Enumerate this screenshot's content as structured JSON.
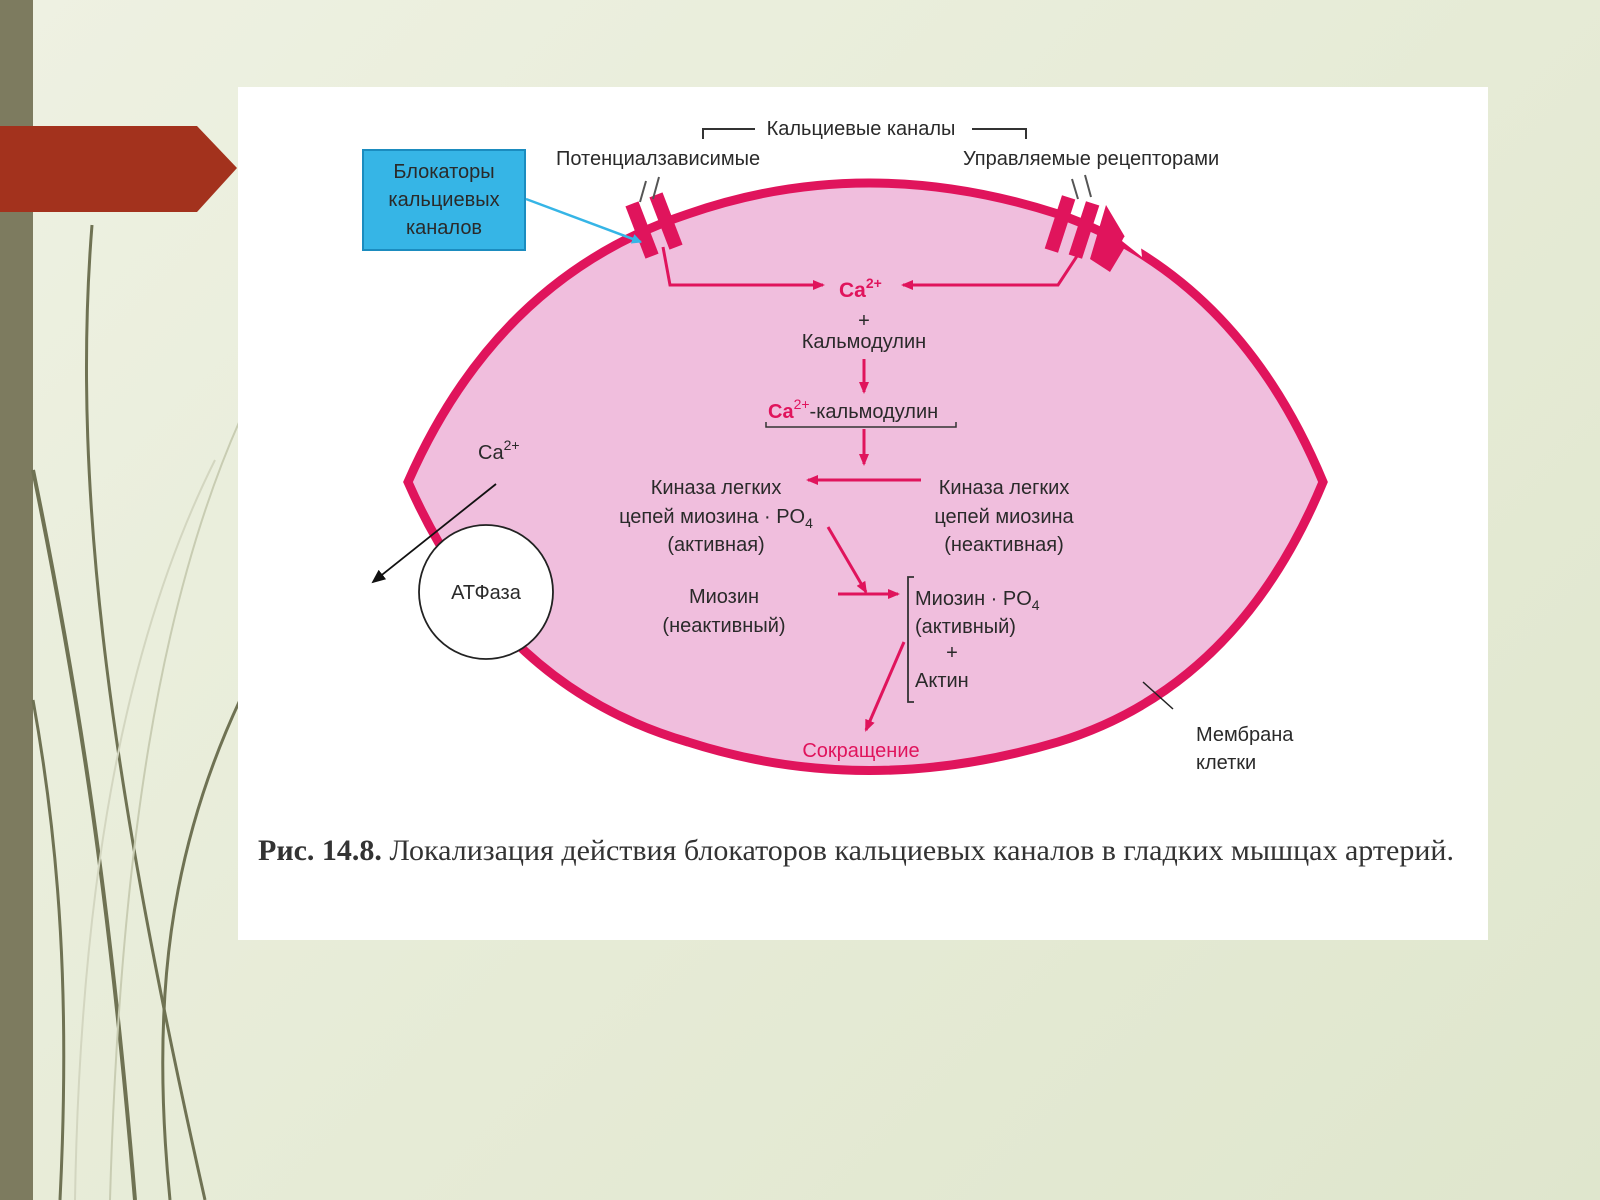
{
  "slide": {
    "caption_number": "Рис. 14.8.",
    "caption_text": "Локализация действия блокаторов кальциевых каналов в гладких мышцах артерий."
  },
  "diagram": {
    "group_label": "Кальциевые каналы",
    "channel_voltage": "Потенциалзависимые",
    "channel_receptor": "Управляемые рецепторами",
    "blockers_box": [
      "Блокаторы",
      "кальциевых",
      "каналов"
    ],
    "ca_ion": "Ca",
    "ca_charge": "2+",
    "plus": "+",
    "calmodulin": "Кальмодулин",
    "ca_calmodulin_suffix": "-кальмодулин",
    "kinase_active": [
      "Киназа легких",
      "цепей миозина · PO",
      "(активная)"
    ],
    "kinase_inactive": [
      "Киназа легких",
      "цепей миозина",
      "(неактивная)"
    ],
    "po4_sub": "4",
    "myosin_inactive": [
      "Миозин",
      "(неактивный)"
    ],
    "myosin_active": [
      "Миозин · PO",
      "(активный)",
      "+",
      "Актин"
    ],
    "contraction": "Сокращение",
    "atpase": "АТФаза",
    "membrane": [
      "Мембрана",
      "клетки"
    ]
  },
  "colors": {
    "membrane": "#e0145c",
    "cell_fill": "#f0bedd",
    "blocker_box": "#36b5e6",
    "red_tab": "#a3321d",
    "side_bar": "#7d7b5f"
  }
}
